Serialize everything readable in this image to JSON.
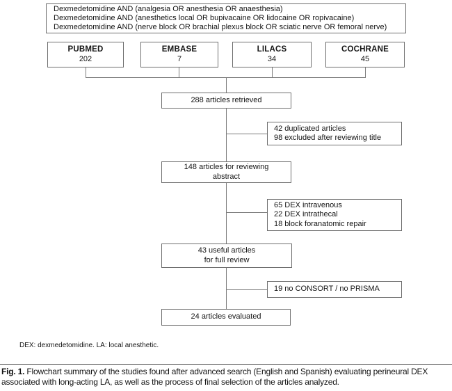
{
  "figure": {
    "search_queries": {
      "line1": "Dexmedetomidine AND (analgesia OR anesthesia OR anaesthesia)",
      "line2": "Dexmedetomidine AND (anesthetics local OR bupivacaine OR lidocaine OR ropivacaine)",
      "line3": "Dexmedetomidine AND (nerve block OR brachial plexus block OR sciatic nerve OR femoral nerve)"
    },
    "databases": [
      {
        "name": "PUBMED",
        "count": "202"
      },
      {
        "name": "EMBASE",
        "count": "7"
      },
      {
        "name": "LILACS",
        "count": "34"
      },
      {
        "name": "COCHRANE",
        "count": "45"
      }
    ],
    "flow": {
      "retrieved": "288 articles retrieved",
      "excluded_title": {
        "line1": "42 duplicated articles",
        "line2": "98 excluded after reviewing title"
      },
      "abstract_review": {
        "line1": "148 articles for reviewing",
        "line2": "abstract"
      },
      "excluded_abstract": {
        "line1": "65 DEX intravenous",
        "line2": "22 DEX intrathecal",
        "line3": "18 block foranatomic repair"
      },
      "full_review": {
        "line1": "43 useful articles",
        "line2": "for full review"
      },
      "excluded_full": "19 no CONSORT / no PRISMA",
      "evaluated": "24 articles evaluated"
    },
    "footnote": "DEX: dexmedetomidine. LA: local anesthetic.",
    "caption": {
      "label": "Fig. 1.",
      "text": "Flowchart summary of the studies found after advanced search (English and Spanish) evaluating perineural DEX associated with long-acting LA, as well as the process of final selection of the articles analyzed."
    },
    "colors": {
      "border": "#6e6e6e",
      "line": "#7a7a7a",
      "text": "#141414",
      "background": "#ffffff"
    }
  }
}
